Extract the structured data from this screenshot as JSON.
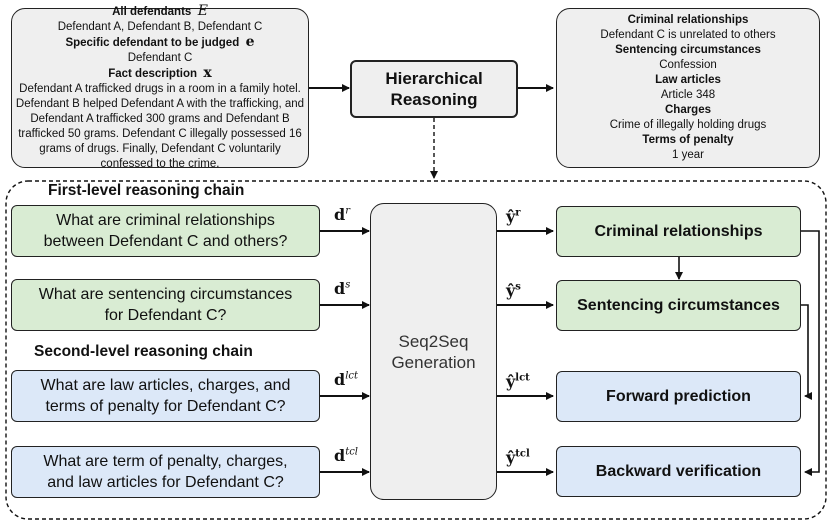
{
  "input_box": {
    "all_defendants_label": "All defendants",
    "all_defendants_symbol": "E",
    "all_defendants_value": "Defendant A, Defendant B, Defendant C",
    "specific_label": "Specific defendant to be judged",
    "specific_symbol": "e",
    "specific_value": "Defendant C",
    "fact_label": "Fact description",
    "fact_symbol": "x",
    "fact_lines": [
      "Defendant A trafficked drugs in a room in a family hotel.",
      "Defendant B helped Defendant A with the trafficking, and",
      "Defendant A trafficked 300 grams and Defendant B",
      "trafficked 50 grams. Defendant C illegally possessed 16",
      "grams of drugs. Finally, Defendant C voluntarily",
      "confessed to the crime."
    ]
  },
  "hierarchical_box": {
    "line1": "Hierarchical",
    "line2": "Reasoning"
  },
  "output_box": {
    "rel_label": "Criminal relationships",
    "rel_value": "Defendant C is unrelated to others",
    "sent_label": "Sentencing circumstances",
    "sent_value": "Confession",
    "law_label": "Law articles",
    "law_value": "Article 348",
    "charges_label": "Charges",
    "charges_value": "Crime of illegally holding drugs",
    "term_label": "Terms of penalty",
    "term_value": "1 year"
  },
  "first_chain_title": "First-level reasoning chain",
  "second_chain_title": "Second-level reasoning chain",
  "questions": [
    {
      "line1": "What are criminal relationships",
      "line2": "between Defendant C and others?",
      "d": "d",
      "sup": "r"
    },
    {
      "line1": "What are sentencing circumstances",
      "line2": "for Defendant C?",
      "d": "d",
      "sup": "s"
    },
    {
      "line1": "What are law articles, charges, and",
      "line2": "terms of penalty for Defendant C?",
      "d": "d",
      "sup": "lct"
    },
    {
      "line1": "What are term of penalty, charges,",
      "line2": "and law articles for Defendant C?",
      "d": "d",
      "sup": "tcl"
    }
  ],
  "seq2seq": {
    "line1": "Seq2Seq",
    "line2": "Generation"
  },
  "outputs": [
    {
      "label": "Criminal relationships",
      "y": "ŷ",
      "sup": "r"
    },
    {
      "label": "Sentencing circumstances",
      "y": "ŷ",
      "sup": "s"
    },
    {
      "label": "Forward prediction",
      "y": "ŷ",
      "sup": "lct"
    },
    {
      "label": "Backward verification",
      "y": "ŷ",
      "sup": "tcl"
    }
  ],
  "colors": {
    "gray": "#efefef",
    "green": "#d9ecd3",
    "blue": "#dce8f8",
    "stroke": "#222222"
  }
}
